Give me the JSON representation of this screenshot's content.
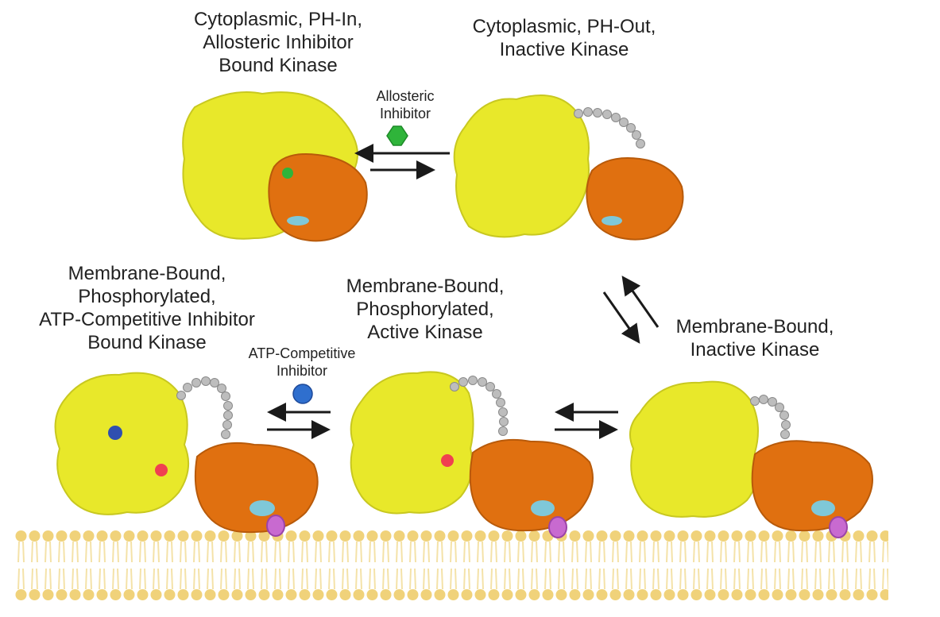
{
  "states": [
    {
      "id": "cyto-in",
      "lines": [
        "Cytoplasmic, PH-In,",
        "Allosteric Inhibitor",
        "Bound Kinase"
      ]
    },
    {
      "id": "cyto-out",
      "lines": [
        "Cytoplasmic, PH-Out,",
        "Inactive Kinase"
      ]
    },
    {
      "id": "mem-atp",
      "lines": [
        "Membrane-Bound,",
        "Phosphorylated,",
        "ATP-Competitive Inhibitor",
        "Bound Kinase"
      ]
    },
    {
      "id": "mem-active",
      "lines": [
        "Membrane-Bound,",
        "Phosphorylated,",
        "Active Kinase"
      ]
    },
    {
      "id": "mem-inactive",
      "lines": [
        "Membrane-Bound,",
        "Inactive Kinase"
      ]
    }
  ],
  "inhibitors": [
    {
      "id": "allosteric",
      "lines": [
        "Allosteric",
        "Inhibitor"
      ],
      "shape": "hexagon-icon",
      "color": "#2fb43a"
    },
    {
      "id": "atp",
      "lines": [
        "ATP-Competitive",
        "Inhibitor"
      ],
      "shape": "circle-icon",
      "color": "#2f6fce"
    }
  ],
  "colors": {
    "kinase_domain": "#e8e82a",
    "ph_domain": "#e07010",
    "linker": "#b8b8b8",
    "membrane": "#f3dc8c",
    "lipid_marker": "#c86ad0",
    "phospho": "#f04050",
    "pip": "#7fc8d8"
  }
}
